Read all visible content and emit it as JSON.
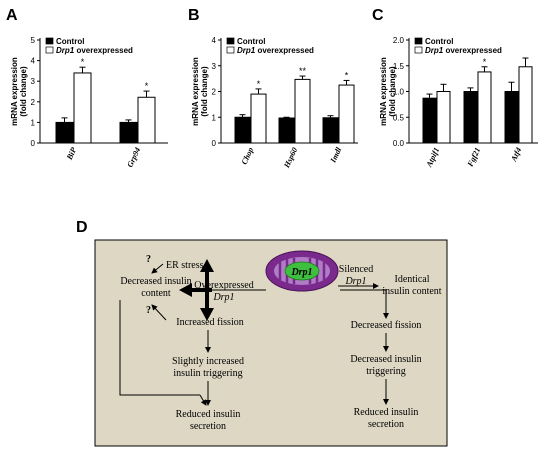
{
  "panel_labels": {
    "a": "A",
    "b": "B",
    "c": "C",
    "d": "D"
  },
  "legend": {
    "control": "Control",
    "overexpressed_gene": "Drp1",
    "overexpressed_suffix": " overexpressed"
  },
  "y_label_line1": "mRNA expression",
  "y_label_line2": "(fold change)",
  "colors": {
    "control": "#000000",
    "overexpressed": "#ffffff",
    "diagram_bg": "#ded7c4",
    "mito_outer": "#7a2a8c",
    "mito_inner": "#b07cc6",
    "drp1_green": "#3fbf3f"
  },
  "chart_data": [
    {
      "type": "bar",
      "categories": [
        "BiP",
        "Grp94"
      ],
      "series": [
        {
          "name": "Control",
          "values": [
            1.0,
            1.0
          ],
          "errors": [
            0.22,
            0.12
          ]
        },
        {
          "name": "Drp1 overexpressed",
          "values": [
            3.4,
            2.22
          ],
          "errors": [
            0.28,
            0.3
          ]
        }
      ],
      "significance": [
        "*",
        "*"
      ],
      "ylim": [
        0,
        5
      ],
      "yticks": [
        "0",
        "1",
        "2",
        "3",
        "4",
        "5"
      ]
    },
    {
      "type": "bar",
      "categories": [
        "Chop",
        "Hsp60",
        "Imdl"
      ],
      "series": [
        {
          "name": "Control",
          "values": [
            1.0,
            0.97,
            0.98
          ],
          "errors": [
            0.1,
            0.03,
            0.08
          ]
        },
        {
          "name": "Drp1 overexpressed",
          "values": [
            1.9,
            2.47,
            2.25
          ],
          "errors": [
            0.2,
            0.13,
            0.18
          ]
        }
      ],
      "significance": [
        "*",
        "**",
        "*"
      ],
      "ylim": [
        0,
        4
      ],
      "yticks": [
        "0",
        "1",
        "2",
        "3",
        "4"
      ]
    },
    {
      "type": "bar",
      "categories": [
        "Atpif1",
        "Fgf21",
        "Atf4"
      ],
      "series": [
        {
          "name": "Control",
          "values": [
            0.87,
            1.0,
            1.0
          ],
          "errors": [
            0.08,
            0.07,
            0.18
          ]
        },
        {
          "name": "Drp1 overexpressed",
          "values": [
            1.0,
            1.38,
            1.48
          ],
          "errors": [
            0.14,
            0.1,
            0.17
          ]
        }
      ],
      "significance": [
        "",
        "*",
        ""
      ],
      "ylim": [
        0,
        2.0
      ],
      "yticks": [
        "0.0",
        "0.5",
        "1.0",
        "1.5",
        "2.0"
      ]
    }
  ],
  "diagram": {
    "mito_label": "Drp1",
    "er_stress": "ER stress",
    "question_top": "?",
    "question_bottom": "?",
    "decreased_insulin_content": [
      "Decreased insulin",
      "content"
    ],
    "overexpressed": [
      "Overexpressed",
      "Drp1"
    ],
    "increased_fission": "Increased fission",
    "slightly_increased": [
      "Slightly increased",
      "insulin triggering"
    ],
    "reduced_secretion_left": [
      "Reduced insulin",
      "secretion"
    ],
    "silenced": [
      "Silenced",
      "Drp1"
    ],
    "identical_content": [
      "Identical",
      "insulin content"
    ],
    "decreased_fission": "Decreased fission",
    "decreased_triggering": [
      "Decreased insulin",
      "triggering"
    ],
    "reduced_secretion_right": [
      "Reduced insulin",
      "secretion"
    ]
  }
}
